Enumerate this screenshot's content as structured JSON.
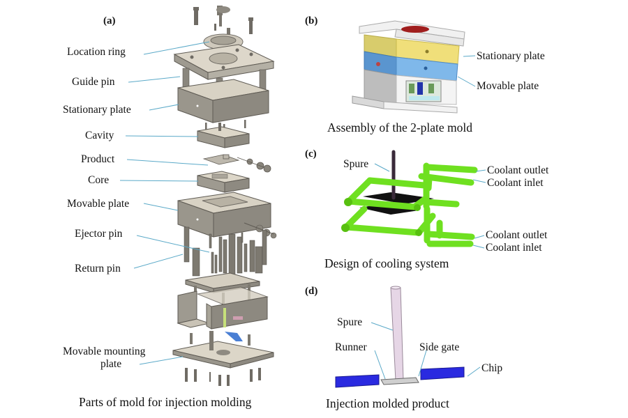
{
  "panels": {
    "a": {
      "tag": "(a)",
      "caption": "Parts of mold for injection molding",
      "labels": {
        "location_ring": "Location ring",
        "guide_pin": "Guide pin",
        "stationary_plate": "Stationary plate",
        "cavity": "Cavity",
        "product": "Product",
        "core": "Core",
        "movable_plate": "Movable plate",
        "ejector_pin": "Ejector pin",
        "return_pin": "Return pin",
        "movable_mounting_plate_1": "Movable mounting",
        "movable_mounting_plate_2": "plate"
      }
    },
    "b": {
      "tag": "(b)",
      "caption": "Assembly of the 2-plate mold",
      "labels": {
        "stationary_plate": "Stationary plate",
        "movable_plate": "Movable plate"
      }
    },
    "c": {
      "tag": "(c)",
      "caption": "Design of cooling system",
      "labels": {
        "spure": "Spure",
        "coolant_outlet_top": "Coolant outlet",
        "coolant_inlet_top": "Coolant inlet",
        "coolant_outlet_bottom": "Coolant outlet",
        "coolant_inlet_bottom": "Coolant inlet"
      }
    },
    "d": {
      "tag": "(d)",
      "caption": "Injection molded product",
      "labels": {
        "spure": "Spure",
        "runner": "Runner",
        "side_gate": "Side gate",
        "chip": "Chip"
      }
    }
  },
  "colors": {
    "leader_line": "#5aa9c8",
    "mold_steel": "#9a968c",
    "mold_steel_top": "#d9d4c8",
    "stationary_plate_b": "#f0df7a",
    "movable_plate_b": "#7fb8ea",
    "cooling_channel": "#6fe020",
    "chip": "#2a2ae0",
    "sprue_d": "#e6d6e6",
    "location_ring_b": "#a01e1e"
  }
}
